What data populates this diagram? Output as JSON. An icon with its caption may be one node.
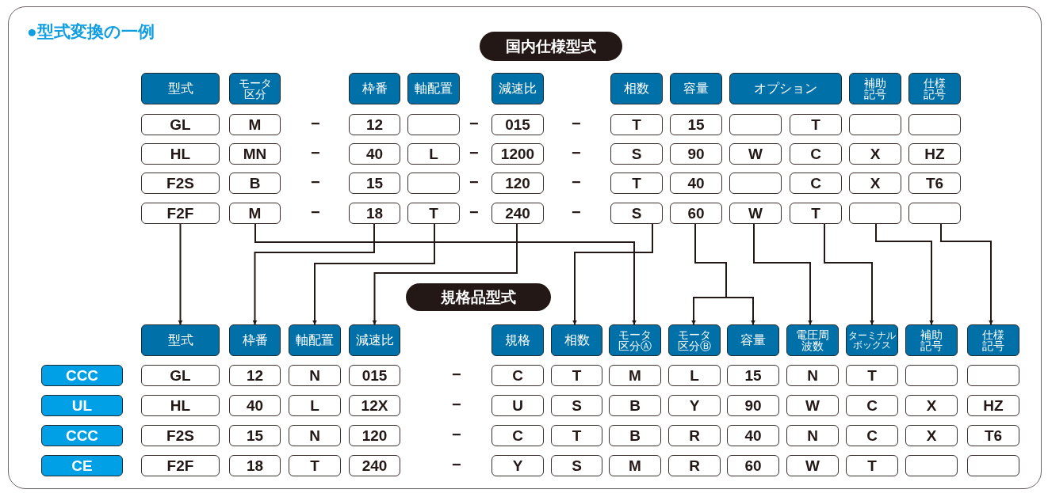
{
  "diagram": {
    "title": "●型式変換の一例",
    "nodes": [
      {
        "text": [
          "国内仕様型式"
        ]
      },
      {
        "text": [
          "型式"
        ]
      },
      {
        "text": [
          "モータ区分"
        ]
      },
      {
        "text": [
          "枠番"
        ]
      },
      {
        "text": [
          "軸配置"
        ]
      },
      {
        "text": [
          "減速比"
        ]
      },
      {
        "text": [
          "相数"
        ]
      },
      {
        "text": [
          "容量"
        ]
      },
      {
        "text": [
          "オプション"
        ]
      },
      {
        "text": [
          "補助記号"
        ]
      },
      {
        "text": [
          "仕様記号"
        ]
      },
      {
        "text": [
          "GL"
        ]
      },
      {
        "text": [
          "M"
        ]
      },
      {
        "text": [
          "12"
        ]
      },
      {
        "text": [],
        "shape": "box"
      },
      {
        "text": [
          "015"
        ]
      },
      {
        "text": [
          "T"
        ]
      },
      {
        "text": [
          "15"
        ]
      },
      {
        "text": [],
        "shape": "box"
      },
      {
        "text": [
          "T"
        ]
      },
      {
        "text": [],
        "shape": "box"
      },
      {
        "text": [],
        "shape": "box"
      },
      {
        "text": [
          "HL"
        ]
      },
      {
        "text": [
          "MN"
        ]
      },
      {
        "text": [
          "40"
        ]
      },
      {
        "text": [
          "L"
        ]
      },
      {
        "text": [
          "1200"
        ]
      },
      {
        "text": [
          "S"
        ]
      },
      {
        "text": [
          "90"
        ]
      },
      {
        "text": [
          "W"
        ]
      },
      {
        "text": [
          "C"
        ]
      },
      {
        "text": [
          "X"
        ]
      },
      {
        "text": [
          "HZ"
        ]
      },
      {
        "text": [
          "F2S"
        ]
      },
      {
        "text": [
          "B"
        ]
      },
      {
        "text": [
          "15"
        ]
      },
      {
        "text": [],
        "shape": "box"
      },
      {
        "text": [
          "120"
        ]
      },
      {
        "text": [
          "T"
        ]
      },
      {
        "text": [
          "40"
        ]
      },
      {
        "text": [],
        "shape": "box"
      },
      {
        "text": [
          "C"
        ]
      },
      {
        "text": [
          "X"
        ]
      },
      {
        "text": [
          "T6"
        ]
      },
      {
        "text": [
          "F2F"
        ]
      },
      {
        "text": [
          "M"
        ]
      },
      {
        "text": [
          "18"
        ]
      },
      {
        "text": [
          "T"
        ]
      },
      {
        "text": [
          "240"
        ]
      },
      {
        "text": [
          "S"
        ]
      },
      {
        "text": [
          "60"
        ]
      },
      {
        "text": [
          "W"
        ]
      },
      {
        "text": [
          "T"
        ]
      },
      {
        "text": [],
        "shape": "box"
      },
      {
        "text": [],
        "shape": "box"
      },
      {
        "text": [
          "規格品型式"
        ]
      },
      {
        "text": [
          "型式"
        ]
      },
      {
        "text": [
          "枠番"
        ]
      },
      {
        "text": [
          "軸配置"
        ]
      },
      {
        "text": [
          "減速比"
        ]
      },
      {
        "text": [
          "規格"
        ]
      },
      {
        "text": [
          "相数"
        ]
      },
      {
        "text": [
          "モータ区分Ⓐ"
        ]
      },
      {
        "text": [
          "モータ区分Ⓑ"
        ]
      },
      {
        "text": [
          "容量"
        ]
      },
      {
        "text": [
          "電圧周波数"
        ]
      },
      {
        "text": [
          "ターミナルボックス"
        ]
      },
      {
        "text": [
          "補助記号"
        ]
      },
      {
        "text": [
          "仕様記号"
        ]
      },
      {
        "text": [
          "CCC"
        ]
      },
      {
        "text": [
          "GL"
        ]
      },
      {
        "text": [
          "12"
        ]
      },
      {
        "text": [
          "N"
        ]
      },
      {
        "text": [
          "015"
        ]
      },
      {
        "text": [
          "C"
        ]
      },
      {
        "text": [
          "T"
        ]
      },
      {
        "text": [
          "M"
        ]
      },
      {
        "text": [
          "L"
        ]
      },
      {
        "text": [
          "15"
        ]
      },
      {
        "text": [
          "N"
        ]
      },
      {
        "text": [
          "T"
        ]
      },
      {
        "text": [],
        "shape": "box"
      },
      {
        "text": [],
        "shape": "box"
      },
      {
        "text": [
          "UL"
        ]
      },
      {
        "text": [
          "HL"
        ]
      },
      {
        "text": [
          "40"
        ]
      },
      {
        "text": [
          "L"
        ]
      },
      {
        "text": [
          "12X"
        ]
      },
      {
        "text": [
          "U"
        ]
      },
      {
        "text": [
          "S"
        ]
      },
      {
        "text": [
          "B"
        ]
      },
      {
        "text": [
          "Y"
        ]
      },
      {
        "text": [
          "90"
        ]
      },
      {
        "text": [
          "W"
        ]
      },
      {
        "text": [
          "C"
        ]
      },
      {
        "text": [
          "X"
        ]
      },
      {
        "text": [
          "HZ"
        ]
      },
      {
        "text": [
          "CCC"
        ]
      },
      {
        "text": [
          "F2S"
        ]
      },
      {
        "text": [
          "15"
        ]
      },
      {
        "text": [
          "N"
        ]
      },
      {
        "text": [
          "120"
        ]
      },
      {
        "text": [
          "C"
        ]
      },
      {
        "text": [
          "T"
        ]
      },
      {
        "text": [
          "B"
        ]
      },
      {
        "text": [
          "R"
        ]
      },
      {
        "text": [
          "40"
        ]
      },
      {
        "text": [
          "N"
        ]
      },
      {
        "text": [
          "C"
        ]
      },
      {
        "text": [
          "X"
        ]
      },
      {
        "text": [
          "T6"
        ]
      },
      {
        "text": [
          "CE"
        ]
      },
      {
        "text": [
          "F2F"
        ]
      },
      {
        "text": [
          "18"
        ]
      },
      {
        "text": [
          "T"
        ]
      },
      {
        "text": [
          "240"
        ]
      },
      {
        "text": [
          "Y"
        ]
      },
      {
        "text": [
          "S"
        ]
      },
      {
        "text": [
          "M"
        ]
      },
      {
        "text": [
          "R"
        ]
      },
      {
        "text": [
          "60"
        ]
      },
      {
        "text": [
          "W"
        ]
      },
      {
        "text": [
          "T"
        ]
      },
      {
        "text": [],
        "shape": "box"
      },
      {
        "text": [],
        "shape": "box"
      }
    ],
    "edges": [
      {
        "from": 44,
        "to": 56,
        "arrow": "to"
      },
      {
        "from": 45,
        "to": 62,
        "arrow": "to"
      },
      {
        "from": 46,
        "to": 57,
        "arrow": "to"
      },
      {
        "from": 47,
        "to": 58,
        "arrow": "to"
      },
      {
        "from": 48,
        "to": 59,
        "arrow": "to"
      },
      {
        "from": 49,
        "to": 61,
        "arrow": "to"
      },
      {
        "from": 50,
        "to": 63,
        "arrow": "to"
      },
      {
        "from": 50,
        "to": 64,
        "arrow": "to"
      },
      {
        "from": 51,
        "to": 65,
        "arrow": "to"
      },
      {
        "from": 52,
        "to": 66,
        "arrow": "to"
      },
      {
        "from": 53,
        "to": 67,
        "arrow": "to"
      },
      {
        "from": 54,
        "to": 68,
        "arrow": "to"
      }
    ],
    "labels": [
      "−",
      "−",
      "−",
      "−",
      "−",
      "−",
      "−",
      "−",
      "−",
      "−",
      "−",
      "−",
      "−",
      "−",
      "−",
      "−"
    ]
  }
}
